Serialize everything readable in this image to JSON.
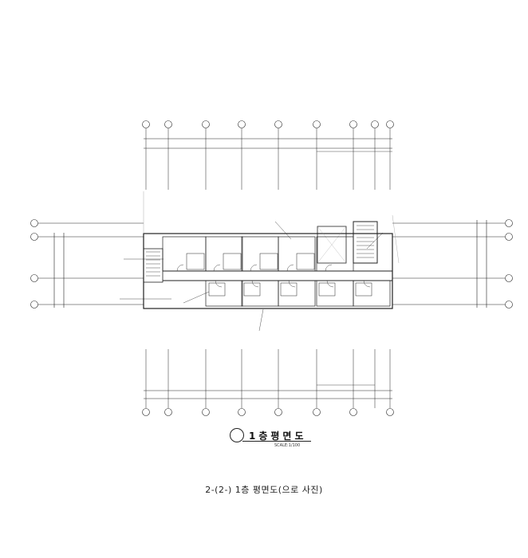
{
  "drawing": {
    "title": "1층평면도",
    "scale": "SCALE:1/100"
  },
  "caption": "2-(2-) 1층 평면도(으로 사진)",
  "colors": {
    "line": "#222222",
    "light": "#9a9a9a",
    "paper": "#ffffff"
  }
}
